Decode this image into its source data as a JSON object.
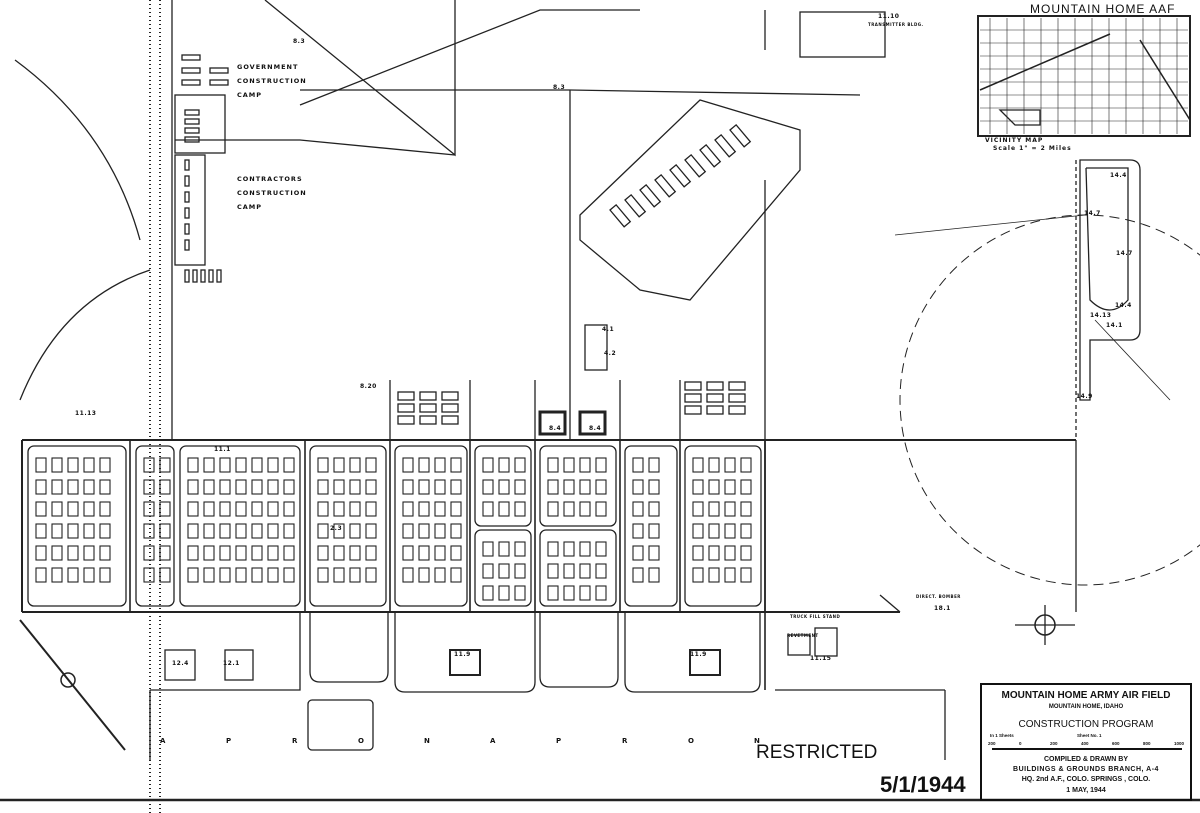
{
  "header": {
    "title": "MOUNTAIN HOME  AAF"
  },
  "vicinity_map": {
    "title": "VICINITY MAP",
    "scale": "Scale 1\" = 2 Miles"
  },
  "camps": {
    "government": [
      "GOVERNMENT",
      "CONSTRUCTION",
      "CAMP"
    ],
    "contractors": [
      "CONTRACTORS",
      "CONSTRUCTION",
      "CAMP"
    ]
  },
  "title_block": {
    "name": "MOUNTAIN HOME ARMY AIR FIELD",
    "location": "MOUNTAIN HOME, IDAHO",
    "program": "CONSTRUCTION   PROGRAM",
    "sheets": "In 1 Sheets",
    "sheet_no": "Sheet No. 1",
    "scale_ticks": [
      "200",
      "0",
      "200",
      "400",
      "600",
      "800",
      "1000"
    ],
    "compiled": "COMPILED & DRAWN BY",
    "branch": "BUILDINGS & GROUNDS BRANCH, A-4",
    "hq": "HQ. 2nd A.F., COLO. SPRINGS , COLO.",
    "date": "1  MAY,  1944"
  },
  "stamp": {
    "restricted": "RESTRICTED",
    "date": "5/1/1944"
  },
  "apron_letters": [
    "A",
    "P",
    "R",
    "O",
    "N",
    "A",
    "P",
    "R",
    "O",
    "N"
  ],
  "labels": {
    "transmitter_no": "11.10",
    "transmitter": "TRANSMITTER BLDG.",
    "b14_4a": "14.4",
    "b14_7a": "14.7",
    "b14_7b": "14.7",
    "b14_4b": "14.4",
    "b14_13": "14.13",
    "b14_1": "14.1",
    "b14_9": "14.9",
    "b8_3a": "8.3",
    "b8_3b": "8.3",
    "b4_1": "4.1",
    "b4_2": "4.2",
    "b8_4a": "8.4",
    "b8_4b": "8.4",
    "b8_20": "8.20",
    "b11_1": "11.1",
    "b11_9a": "11.9",
    "b11_9b": "11.9",
    "b12_1": "12.1",
    "b12_4": "12.4",
    "b2_3": "2.3",
    "b11_15": "11.15",
    "b18_1": "18.1",
    "b11_13": "11.13",
    "revetment": "REVETMENT",
    "truck_fill": "TRUCK FILL STAND",
    "bomber": "DIRECT. BOMBER"
  }
}
